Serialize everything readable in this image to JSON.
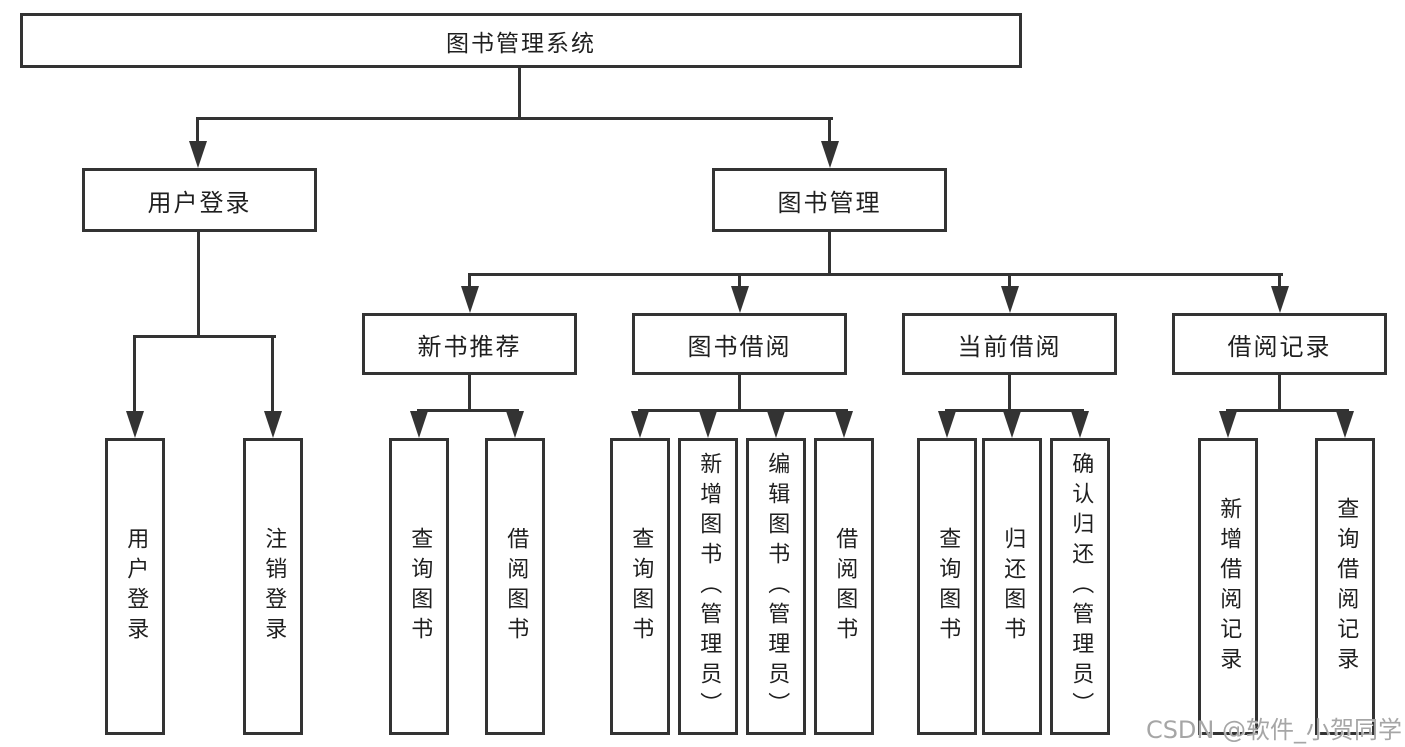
{
  "nodes": {
    "root": "图书管理系统",
    "user_login": "用户登录",
    "book_mgmt": "图书管理",
    "new_book_rec": "新书推荐",
    "book_borrow": "图书借阅",
    "current_borrow": "当前借阅",
    "borrow_records": "借阅记录",
    "leaf_user_login": "用户登录",
    "leaf_logout": "注销登录",
    "leaf_query_book_rec": "查询图书",
    "leaf_borrow_book_rec": "借阅图书",
    "leaf_query_book_borrow": "查询图书",
    "leaf_add_book_admin": "新增图书（管理员）",
    "leaf_edit_book_admin": "编辑图书（管理员）",
    "leaf_borrow_book_borrow": "借阅图书",
    "leaf_query_book_current": "查询图书",
    "leaf_return_book": "归还图书",
    "leaf_confirm_return_admin": "确认归还（管理员）",
    "leaf_add_borrow_record": "新增借阅记录",
    "leaf_query_borrow_record": "查询借阅记录"
  },
  "watermark": "CSDN @软件_小贺同学",
  "colors": {
    "line": "#333333",
    "text": "#1f1f1f",
    "watermark": "#a6a6a6",
    "background": "#ffffff"
  }
}
